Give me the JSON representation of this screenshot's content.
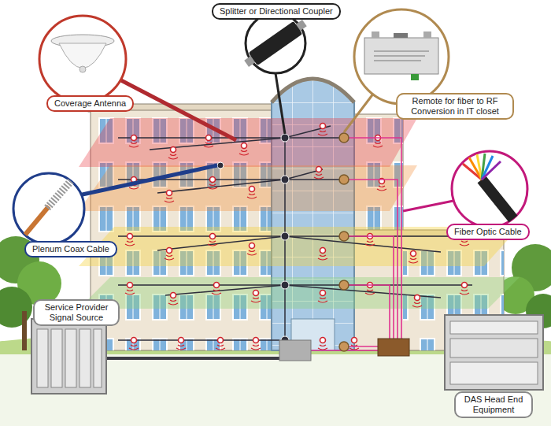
{
  "diagram": {
    "nodes": [
      {
        "text": [
          "Splitter or Directional Coupler"
        ]
      },
      {
        "text": [
          "Coverage Antenna"
        ]
      },
      {
        "text": [
          "Remote for fiber to RF Conversion in IT closet"
        ]
      },
      {
        "text": [
          "Plenum Coax Cable"
        ]
      },
      {
        "text": [
          "Fiber Optic Cable"
        ]
      },
      {
        "text": [
          "Service Provider Signal Source"
        ]
      },
      {
        "text": [
          "DAS Head End Equipment"
        ]
      }
    ]
  }
}
